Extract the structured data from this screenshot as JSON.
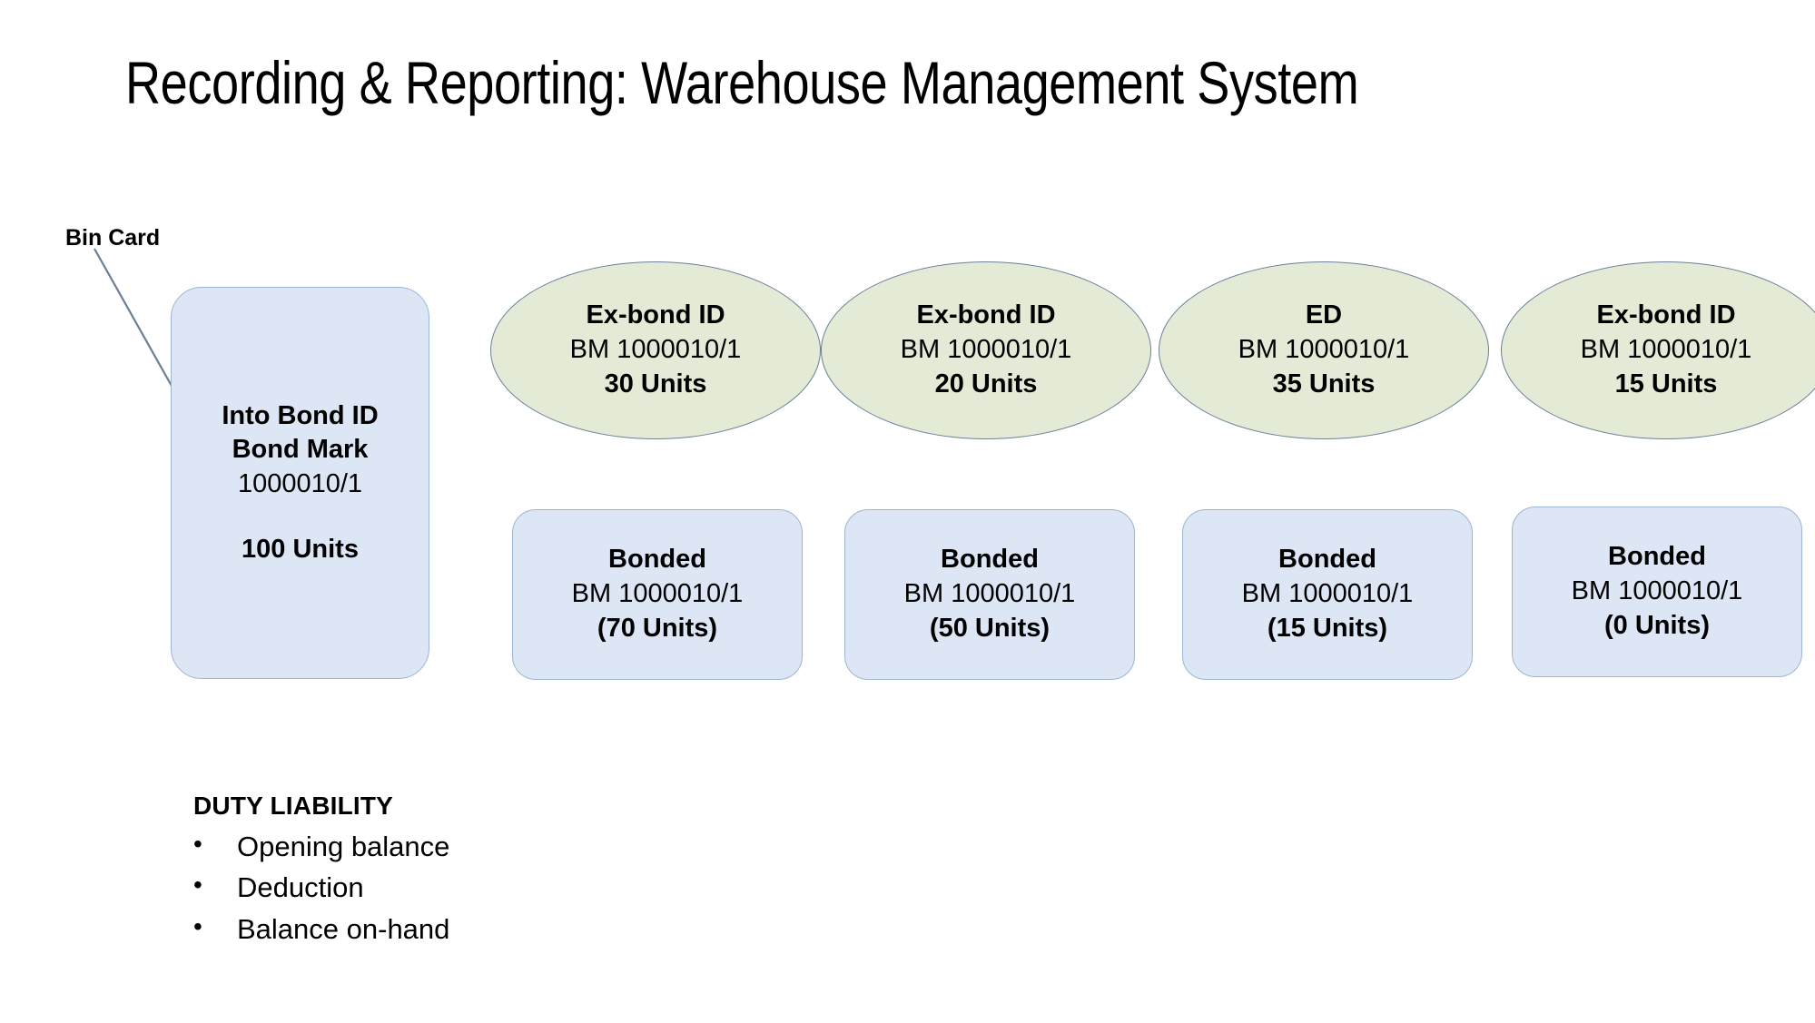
{
  "slide": {
    "title": "Recording & Reporting: Warehouse Management System",
    "background_color": "#ffffff"
  },
  "callout": {
    "label": "Bin Card",
    "arrow_color": "#5b86c4"
  },
  "colors": {
    "blue_fill": "#dce6f4",
    "blue_stroke": "#9cb5d4",
    "green_fill": "#e3ebd7",
    "green_stroke": "#6a7f96",
    "text": "#000000"
  },
  "bin_card": {
    "line1": "Into Bond ID",
    "line2": "Bond Mark",
    "line3": "1000010/1",
    "units": "100 Units"
  },
  "transactions": [
    {
      "title": "Ex-bond ID",
      "bond_mark": "BM 1000010/1",
      "units": "30 Units"
    },
    {
      "title": "Ex-bond ID",
      "bond_mark": "BM 1000010/1",
      "units": "20 Units"
    },
    {
      "title": "ED",
      "bond_mark": "BM 1000010/1",
      "units": "35 Units"
    },
    {
      "title": "Ex-bond ID",
      "bond_mark": "BM 1000010/1",
      "units": "15 Units"
    }
  ],
  "balances": [
    {
      "title": "Bonded",
      "bond_mark": "BM 1000010/1",
      "units": "(70 Units)"
    },
    {
      "title": "Bonded",
      "bond_mark": "BM 1000010/1",
      "units": "(50 Units)"
    },
    {
      "title": "Bonded",
      "bond_mark": "BM 1000010/1",
      "units": "(15 Units)"
    },
    {
      "title": "Bonded",
      "bond_mark": "BM 1000010/1",
      "units": "(0 Units)"
    }
  ],
  "duty_liability": {
    "heading": "DUTY LIABILITY",
    "bullet_glyph": "•",
    "items": [
      "Opening balance",
      "Deduction",
      "Balance on-hand"
    ]
  }
}
